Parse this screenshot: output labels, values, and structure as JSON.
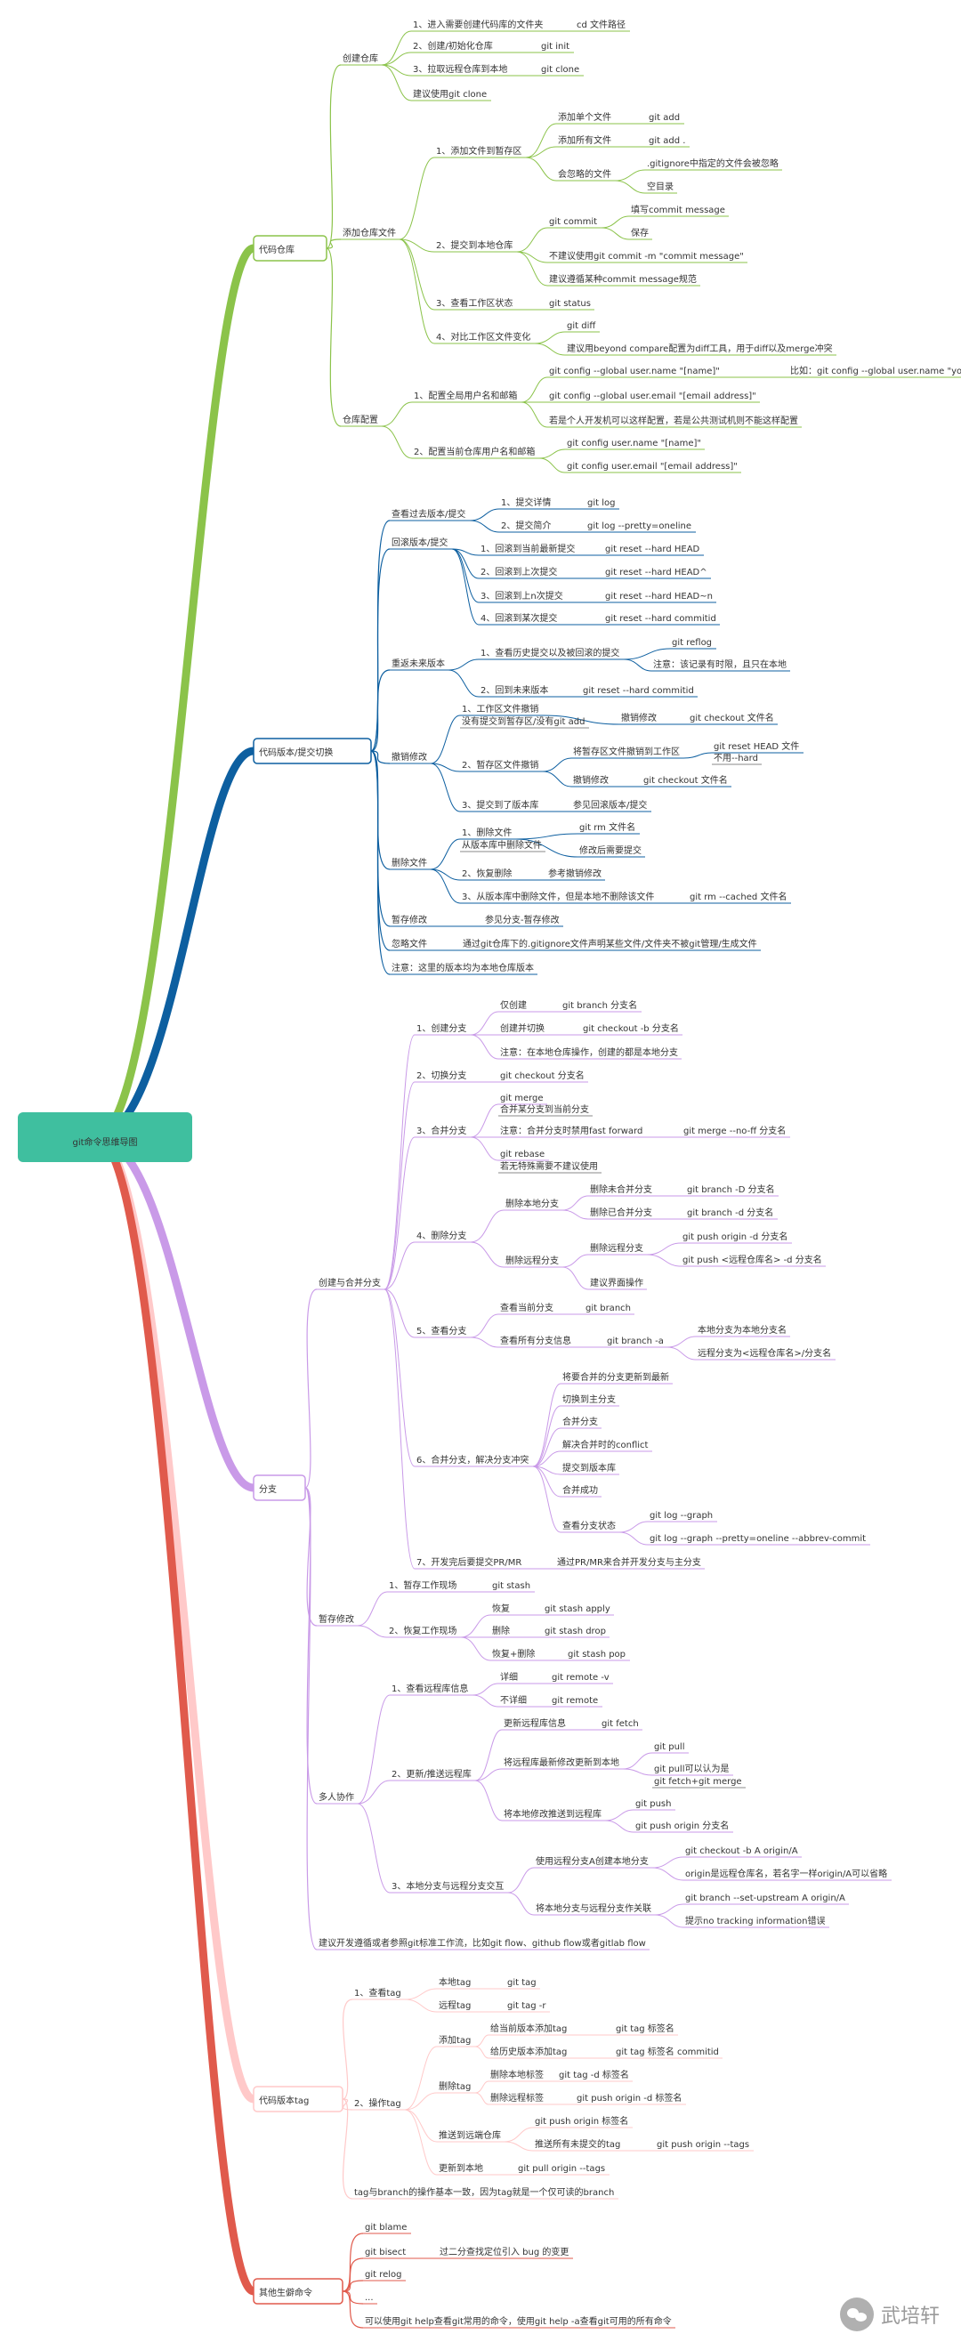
{
  "root": {
    "label": "git命令思维导图",
    "color": "#3fbf9f"
  },
  "branches": [
    {
      "id": "b-repo",
      "label": "代码仓库",
      "color": "#8bc34a"
    },
    {
      "id": "b-version",
      "label": "代码版本/提交切换",
      "color": "#0d5fa0"
    },
    {
      "id": "b-branch",
      "label": "分支",
      "color": "#c99ae8"
    },
    {
      "id": "b-tag",
      "label": "代码版本tag",
      "color": "#ffc9c9"
    },
    {
      "id": "b-other",
      "label": "其他生僻命令",
      "color": "#e05a4c"
    }
  ],
  "nodes": [
    {
      "id": "n1",
      "t": "创建仓库"
    },
    {
      "id": "n2",
      "t": "1、进入需要创建代码库的文件夹"
    },
    {
      "id": "n3",
      "t": "cd 文件路径"
    },
    {
      "id": "n4",
      "t": "2、创建/初始化仓库"
    },
    {
      "id": "n5",
      "t": "git init"
    },
    {
      "id": "n6",
      "t": "3、拉取远程仓库到本地"
    },
    {
      "id": "n7",
      "t": "git clone"
    },
    {
      "id": "n8",
      "t": "建议使用git clone"
    },
    {
      "id": "n9",
      "t": "添加仓库文件"
    },
    {
      "id": "n10",
      "t": "1、添加文件到暂存区"
    },
    {
      "id": "n11",
      "t": "添加单个文件"
    },
    {
      "id": "n12",
      "t": "git add"
    },
    {
      "id": "n13",
      "t": "添加所有文件"
    },
    {
      "id": "n14",
      "t": "git add ."
    },
    {
      "id": "n15",
      "t": "会忽略的文件"
    },
    {
      "id": "n16",
      "t": ".gitignore中指定的文件会被忽略"
    },
    {
      "id": "n17",
      "t": "空目录"
    },
    {
      "id": "n18",
      "t": "2、提交到本地仓库"
    },
    {
      "id": "n19",
      "t": "git commit"
    },
    {
      "id": "n20",
      "t": "填写commit message"
    },
    {
      "id": "n21",
      "t": "保存"
    },
    {
      "id": "n22",
      "t": "不建议使用git commit -m \"commit message\""
    },
    {
      "id": "n23",
      "t": "建议遵循某种commit message规范"
    },
    {
      "id": "n24",
      "t": "3、查看工作区状态"
    },
    {
      "id": "n25",
      "t": "git status"
    },
    {
      "id": "n26",
      "t": "4、对比工作区文件变化"
    },
    {
      "id": "n27",
      "t": "git diff"
    },
    {
      "id": "n28",
      "t": "建议用beyond compare配置为diff工具，用于diff以及merge冲突"
    },
    {
      "id": "n29",
      "t": "仓库配置"
    },
    {
      "id": "n30",
      "t": "1、配置全局用户名和邮箱"
    },
    {
      "id": "n31",
      "t": "git config --global user.name \"[name]\""
    },
    {
      "id": "n32",
      "t": "比如：git config --global user.name \"yousali\""
    },
    {
      "id": "n33",
      "t": "git config --global user.email \"[email address]\""
    },
    {
      "id": "n34",
      "t": "若是个人开发机可以这样配置，若是公共测试机则不能这样配置"
    },
    {
      "id": "n35",
      "t": "2、配置当前仓库用户名和邮箱"
    },
    {
      "id": "n36",
      "t": "git config user.name \"[name]\""
    },
    {
      "id": "n37",
      "t": "git config user.email \"[email address]\""
    },
    {
      "id": "n38",
      "t": "查看过去版本/提交"
    },
    {
      "id": "n39",
      "t": "1、提交详情"
    },
    {
      "id": "n40",
      "t": "git log"
    },
    {
      "id": "n41",
      "t": "2、提交简介"
    },
    {
      "id": "n42",
      "t": "git log --pretty=oneline"
    },
    {
      "id": "n43",
      "t": "回滚版本/提交"
    },
    {
      "id": "n44",
      "t": "1、回滚到当前最新提交"
    },
    {
      "id": "n45",
      "t": "git reset --hard HEAD"
    },
    {
      "id": "n46",
      "t": "2、回滚到上次提交"
    },
    {
      "id": "n47",
      "t": "git reset --hard HEAD^"
    },
    {
      "id": "n48",
      "t": "3、回滚到上n次提交"
    },
    {
      "id": "n49",
      "t": "git reset --hard HEAD~n"
    },
    {
      "id": "n50",
      "t": "4、回滚到某次提交"
    },
    {
      "id": "n51",
      "t": "git reset --hard commitid"
    },
    {
      "id": "n52",
      "t": "重返未来版本"
    },
    {
      "id": "n53",
      "t": "1、查看历史提交以及被回滚的提交"
    },
    {
      "id": "n54",
      "t": "git reflog"
    },
    {
      "id": "n55",
      "t": "注意：该记录有时限，且只在本地"
    },
    {
      "id": "n56",
      "t": "2、回到未来版本"
    },
    {
      "id": "n57",
      "t": "git reset --hard commitid"
    },
    {
      "id": "n58",
      "t": "撤销修改"
    },
    {
      "id": "n59",
      "t": "1、工作区文件撤销"
    },
    {
      "id": "n60",
      "t": "没有提交到暂存区/没有git add"
    },
    {
      "id": "n61",
      "t": "撤销修改"
    },
    {
      "id": "n62",
      "t": "git checkout 文件名"
    },
    {
      "id": "n63",
      "t": "2、暂存区文件撤销"
    },
    {
      "id": "n64",
      "t": "将暂存区文件撤销到工作区"
    },
    {
      "id": "n65",
      "t": "git reset HEAD 文件"
    },
    {
      "id": "n66",
      "t": "不用--hard"
    },
    {
      "id": "n67",
      "t": "撤销修改"
    },
    {
      "id": "n68",
      "t": "git checkout 文件名"
    },
    {
      "id": "n69",
      "t": "3、提交到了版本库"
    },
    {
      "id": "n70",
      "t": "参见回滚版本/提交"
    },
    {
      "id": "n71",
      "t": "删除文件"
    },
    {
      "id": "n72",
      "t": "1、删除文件"
    },
    {
      "id": "n73",
      "t": "从版本库中删除文件"
    },
    {
      "id": "n74",
      "t": "git rm 文件名"
    },
    {
      "id": "n75",
      "t": "修改后需要提交"
    },
    {
      "id": "n76",
      "t": "2、恢复删除"
    },
    {
      "id": "n77",
      "t": "参考撤销修改"
    },
    {
      "id": "n78",
      "t": "3、从版本库中删除文件，但是本地不删除该文件"
    },
    {
      "id": "n79",
      "t": "git rm --cached 文件名"
    },
    {
      "id": "n80",
      "t": "暂存修改"
    },
    {
      "id": "n81",
      "t": "参见分支-暂存修改"
    },
    {
      "id": "n82",
      "t": "忽略文件"
    },
    {
      "id": "n83",
      "t": "通过git仓库下的.gitignore文件声明某些文件/文件夹不被git管理/生成文件"
    },
    {
      "id": "n84",
      "t": "注意：这里的版本均为本地仓库版本"
    },
    {
      "id": "n85",
      "t": "创建与合并分支"
    },
    {
      "id": "n86",
      "t": "1、创建分支"
    },
    {
      "id": "n87",
      "t": "仅创建"
    },
    {
      "id": "n88",
      "t": "git branch 分支名"
    },
    {
      "id": "n89",
      "t": "创建并切换"
    },
    {
      "id": "n90",
      "t": "git checkout -b 分支名"
    },
    {
      "id": "n91",
      "t": "注意：在本地仓库操作，创建的都是本地分支"
    },
    {
      "id": "n92",
      "t": "2、切换分支"
    },
    {
      "id": "n93",
      "t": "git checkout 分支名"
    },
    {
      "id": "n94",
      "t": "3、合并分支"
    },
    {
      "id": "n95",
      "t": "git merge"
    },
    {
      "id": "n96",
      "t": "合并某分支到当前分支"
    },
    {
      "id": "n97",
      "t": "注意：合并分支时禁用fast forward"
    },
    {
      "id": "n98",
      "t": "git merge --no-ff 分支名"
    },
    {
      "id": "n99",
      "t": "git rebase"
    },
    {
      "id": "n100",
      "t": "若无特殊需要不建议使用"
    },
    {
      "id": "n101",
      "t": "4、删除分支"
    },
    {
      "id": "n102",
      "t": "删除本地分支"
    },
    {
      "id": "n103",
      "t": "删除未合并分支"
    },
    {
      "id": "n104",
      "t": "git branch -D 分支名"
    },
    {
      "id": "n105",
      "t": "删除已合并分支"
    },
    {
      "id": "n106",
      "t": "git branch -d 分支名"
    },
    {
      "id": "n107",
      "t": "删除远程分支"
    },
    {
      "id": "n108",
      "t": "删除远程分支"
    },
    {
      "id": "n109",
      "t": "git push origin -d 分支名"
    },
    {
      "id": "n110",
      "t": "git push <远程仓库名> -d 分支名"
    },
    {
      "id": "n111",
      "t": "建议界面操作"
    },
    {
      "id": "n112",
      "t": "5、查看分支"
    },
    {
      "id": "n113",
      "t": "查看当前分支"
    },
    {
      "id": "n114",
      "t": "git branch"
    },
    {
      "id": "n115",
      "t": "查看所有分支信息"
    },
    {
      "id": "n116",
      "t": "git branch -a"
    },
    {
      "id": "n117",
      "t": "本地分支为本地分支名"
    },
    {
      "id": "n118",
      "t": "远程分支为<远程仓库名>/分支名"
    },
    {
      "id": "n119",
      "t": "6、合并分支，解决分支冲突"
    },
    {
      "id": "n120",
      "t": "将要合并的分支更新到最新"
    },
    {
      "id": "n121",
      "t": "切换到主分支"
    },
    {
      "id": "n122",
      "t": "合并分支"
    },
    {
      "id": "n123",
      "t": "解决合并时的conflict"
    },
    {
      "id": "n124",
      "t": "提交到版本库"
    },
    {
      "id": "n125",
      "t": "合并成功"
    },
    {
      "id": "n126",
      "t": "查看分支状态"
    },
    {
      "id": "n127",
      "t": "git log --graph"
    },
    {
      "id": "n128",
      "t": "git log --graph --pretty=oneline --abbrev-commit"
    },
    {
      "id": "n129",
      "t": "7、开发完后要提交PR/MR"
    },
    {
      "id": "n130",
      "t": "通过PR/MR来合并开发分支与主分支"
    },
    {
      "id": "n131",
      "t": "暂存修改"
    },
    {
      "id": "n132",
      "t": "1、暂存工作现场"
    },
    {
      "id": "n133",
      "t": "git stash"
    },
    {
      "id": "n134",
      "t": "2、恢复工作现场"
    },
    {
      "id": "n135",
      "t": "恢复"
    },
    {
      "id": "n136",
      "t": "git stash apply"
    },
    {
      "id": "n137",
      "t": "删除"
    },
    {
      "id": "n138",
      "t": "git stash drop"
    },
    {
      "id": "n139",
      "t": "恢复+删除"
    },
    {
      "id": "n140",
      "t": "git stash pop"
    },
    {
      "id": "n141",
      "t": "多人协作"
    },
    {
      "id": "n142",
      "t": "1、查看远程库信息"
    },
    {
      "id": "n143",
      "t": "详细"
    },
    {
      "id": "n144",
      "t": "git remote -v"
    },
    {
      "id": "n145",
      "t": "不详细"
    },
    {
      "id": "n146",
      "t": "git remote"
    },
    {
      "id": "n147",
      "t": "2、更新/推送远程库"
    },
    {
      "id": "n148",
      "t": "更新远程库信息"
    },
    {
      "id": "n149",
      "t": "git fetch"
    },
    {
      "id": "n150",
      "t": "将远程库最新修改更新到本地"
    },
    {
      "id": "n151",
      "t": "git pull"
    },
    {
      "id": "n152",
      "t": "git pull可以认为是"
    },
    {
      "id": "n153",
      "t": "git fetch+git merge"
    },
    {
      "id": "n154",
      "t": "将本地修改推送到远程库"
    },
    {
      "id": "n155",
      "t": "git push"
    },
    {
      "id": "n156",
      "t": "git push origin 分支名"
    },
    {
      "id": "n157",
      "t": "3、本地分支与远程分支交互"
    },
    {
      "id": "n158",
      "t": "使用远程分支A创建本地分支"
    },
    {
      "id": "n159",
      "t": "git checkout -b A origin/A"
    },
    {
      "id": "n160",
      "t": "origin是远程仓库名，若名字一样origin/A可以省略"
    },
    {
      "id": "n161",
      "t": "将本地分支与远程分支作关联"
    },
    {
      "id": "n162",
      "t": "git branch --set-upstream A origin/A"
    },
    {
      "id": "n163",
      "t": "提示no tracking information错误"
    },
    {
      "id": "n164",
      "t": "建议开发遵循或者参照git标准工作流，比如git flow、github flow或者gitlab flow"
    },
    {
      "id": "n165",
      "t": "1、查看tag"
    },
    {
      "id": "n166",
      "t": "本地tag"
    },
    {
      "id": "n167",
      "t": "git tag"
    },
    {
      "id": "n168",
      "t": "远程tag"
    },
    {
      "id": "n169",
      "t": "git tag -r"
    },
    {
      "id": "n170",
      "t": "2、操作tag"
    },
    {
      "id": "n171",
      "t": "添加tag"
    },
    {
      "id": "n172",
      "t": "给当前版本添加tag"
    },
    {
      "id": "n173",
      "t": "git tag 标签名"
    },
    {
      "id": "n174",
      "t": "给历史版本添加tag"
    },
    {
      "id": "n175",
      "t": "git tag 标签名 commitid"
    },
    {
      "id": "n176",
      "t": "删除tag"
    },
    {
      "id": "n177",
      "t": "删除本地标签"
    },
    {
      "id": "n178",
      "t": "git tag -d 标签名"
    },
    {
      "id": "n179",
      "t": "删除远程标签"
    },
    {
      "id": "n180",
      "t": "git push origin -d 标签名"
    },
    {
      "id": "n181",
      "t": "推送到远端仓库"
    },
    {
      "id": "n182",
      "t": "git push origin 标签名"
    },
    {
      "id": "n183",
      "t": "推送所有未提交的tag"
    },
    {
      "id": "n184",
      "t": "git push origin --tags"
    },
    {
      "id": "n185",
      "t": "更新到本地"
    },
    {
      "id": "n186",
      "t": "git pull origin --tags"
    },
    {
      "id": "n187",
      "t": "tag与branch的操作基本一致，因为tag就是一个仅可读的branch"
    },
    {
      "id": "n188",
      "t": "git blame"
    },
    {
      "id": "n189",
      "t": "git bisect"
    },
    {
      "id": "n190",
      "t": "过二分查找定位引入 bug 的变更"
    },
    {
      "id": "n191",
      "t": "git relog"
    },
    {
      "id": "n192",
      "t": "..."
    },
    {
      "id": "n193",
      "t": "可以使用git help查看git常用的命令，使用git help -a查看git可用的所有命令"
    }
  ],
  "watermark": {
    "label": "武培轩"
  }
}
